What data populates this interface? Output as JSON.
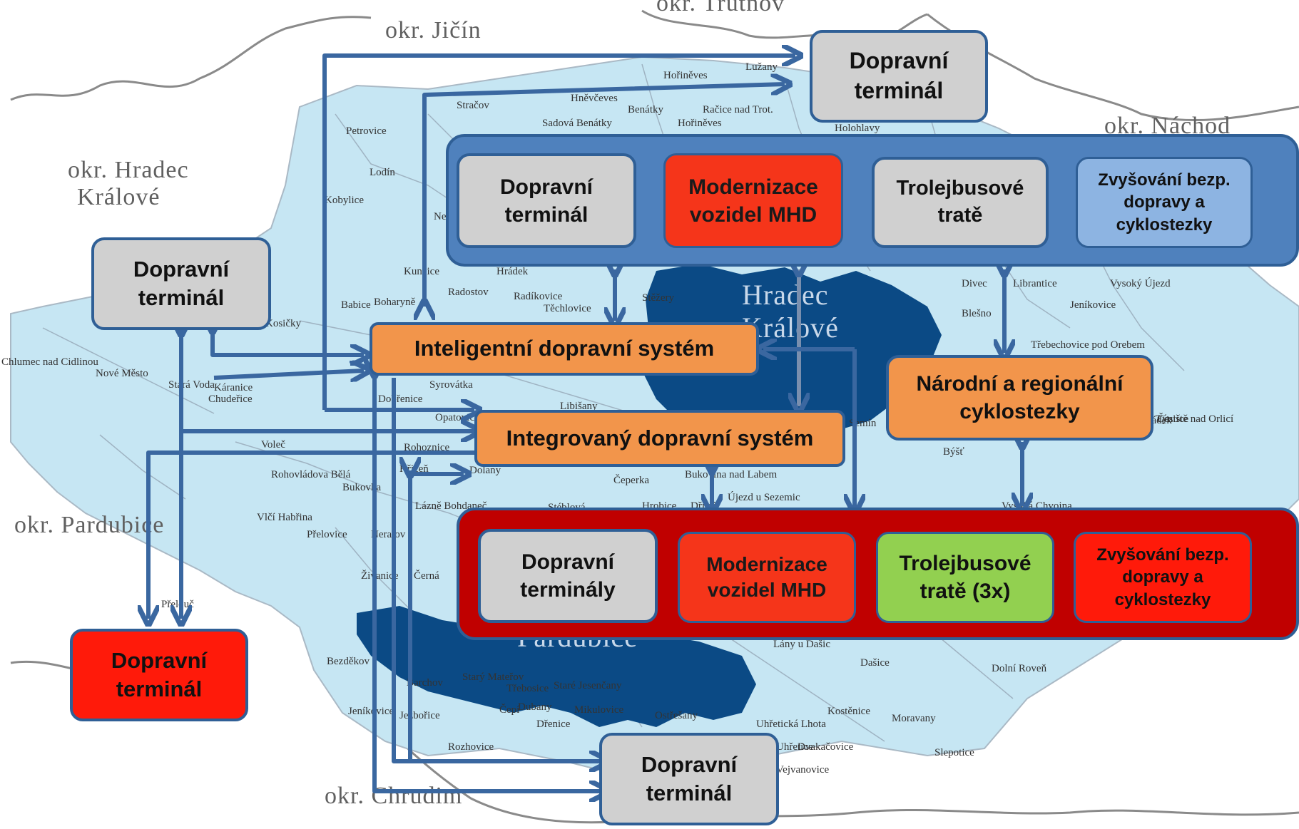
{
  "colors": {
    "background": "#ffffff",
    "map_fill": "#c6e6f3",
    "city_fill": "#0b4a85",
    "arrow": "#3a67a0",
    "panel_blue": "#4f81bd",
    "panel_red": "#c00000"
  },
  "regions": {
    "jicin": "okr. Jičín",
    "trutnov": "okr. Trutnov",
    "hradec_line1": "okr. Hradec",
    "hradec_line2": "Králové",
    "nachod": "okr. Náchod",
    "pardubice": "okr. Pardubice",
    "chrudim": "okr. Chrudim"
  },
  "cities": {
    "hradec_line1": "Hradec",
    "hradec_line2": "Králové",
    "pardubice": "Pardubice"
  },
  "places": [
    "Lužany",
    "Hořiněves",
    "Hněvčeves",
    "Benátky",
    "Račice nad Trot.",
    "Stračov",
    "Sadová Benátky",
    "Hořiněves",
    "Petrovice",
    "Lodín",
    "Kobylice",
    "Holohlavy",
    "Nechanice",
    "Kunčice",
    "Hrádek",
    "Radostov",
    "Radíkovice",
    "Stěžery",
    "Těchlovice",
    "Boharyně",
    "Babice",
    "Kosičky",
    "Chlumec nad Cidlinou",
    "Nové Město",
    "Stará Voda",
    "Káranice",
    "Chudeřice",
    "Syrovátka",
    "Dobřenice",
    "Libišany",
    "Opatovice",
    "Rohoznice",
    "Voleč",
    "Rohovládova Bělá",
    "Bukovka",
    "Křičeň",
    "Dolany",
    "Čeperka",
    "Bukovina nad Labem",
    "Újezd u Sezemic",
    "Lázně Bohdaneč",
    "Stéblová",
    "Hrobice",
    "Dříteč",
    "Vlčí Habřina",
    "Přelovice",
    "Neratov",
    "Živanice",
    "Černá",
    "Přelouč",
    "Divec",
    "Librantice",
    "Vysoký Újezd",
    "Jeníkovice",
    "Blešno",
    "Třebechovice pod Orebem",
    "Býšť",
    "Borohrádek",
    "Čestice",
    "Týniště nad Orlicí",
    "Vysoká Chvojna",
    "Bezděkov",
    "Starý Mateřov",
    "Staré Jesenčany",
    "Třebosice",
    "Barchov",
    "Jeníkovice",
    "Jezbořice",
    "Čepí",
    "Dubany",
    "Mikulovice",
    "Ostřešany",
    "Dřenice",
    "Rozhovice",
    "Kostěnice",
    "Moravany",
    "Uhřetická Lhota",
    "Dvakačovice",
    "Slepotice",
    "Dašice",
    "Dolní Roveň",
    "Lány u Dašic",
    "Uhřetice",
    "Vejvanovice",
    "Dobřenice",
    "Semín"
  ],
  "boxes": {
    "top_terminal": "Dopravní terminál",
    "left_terminal": "Dopravní terminál",
    "bottom_left_terminal": "Dopravní terminál",
    "bottom_terminal": "Dopravní terminál",
    "its": "Inteligentní dopravní systém",
    "ids": "Integrovaný dopravní systém",
    "cyclo": "Národní a regionální cyklostezky"
  },
  "hk_panel": {
    "items": [
      "Dopravní terminál",
      "Modernizace vozidel MHD",
      "Trolejbusové tratě",
      "Zvyšování bezp. dopravy a cyklostezky"
    ]
  },
  "pce_panel": {
    "items": [
      "Dopravní terminály",
      "Modernizace vozidel MHD",
      "Trolejbusové tratě (3x)",
      "Zvyšování bezp. dopravy a cyklostezky"
    ]
  }
}
